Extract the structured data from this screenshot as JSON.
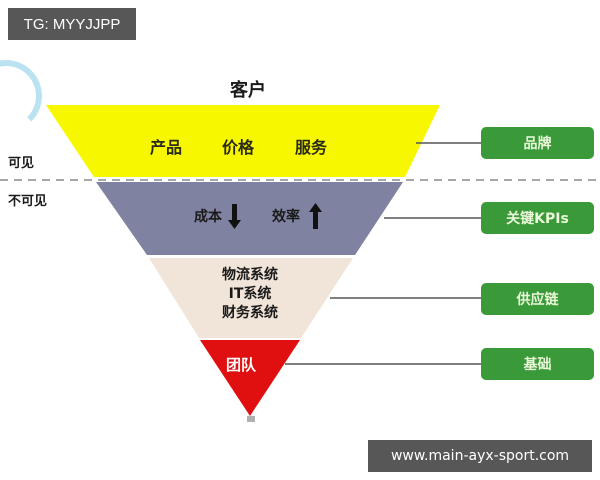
{
  "watermarks": {
    "top": "TG: MYYJJPP",
    "bottom": "www.main-ayx-sport.com"
  },
  "diagram": {
    "title": "客户",
    "side_labels": {
      "visible": "可见",
      "invisible": "不可见"
    },
    "layers": [
      {
        "name": "product-layer",
        "color": "#f7f700",
        "items": [
          "产品",
          "价格",
          "服务"
        ]
      },
      {
        "name": "kpi-layer",
        "color": "#7f82a0",
        "items": [
          "成本",
          "效率"
        ],
        "arrows": [
          "down",
          "up"
        ]
      },
      {
        "name": "systems-layer",
        "color": "#f1e4d8",
        "lines": [
          "物流系统",
          "IT系统",
          "财务系统"
        ]
      },
      {
        "name": "team-layer",
        "color": "#e01010",
        "items": [
          "团队"
        ]
      }
    ],
    "tags": [
      {
        "label": "品牌",
        "color": "#3a9a3a"
      },
      {
        "label": "关键KPIs",
        "color": "#3a9a3a"
      },
      {
        "label": "供应链",
        "color": "#3a9a3a"
      },
      {
        "label": "基础",
        "color": "#3a9a3a"
      }
    ]
  }
}
